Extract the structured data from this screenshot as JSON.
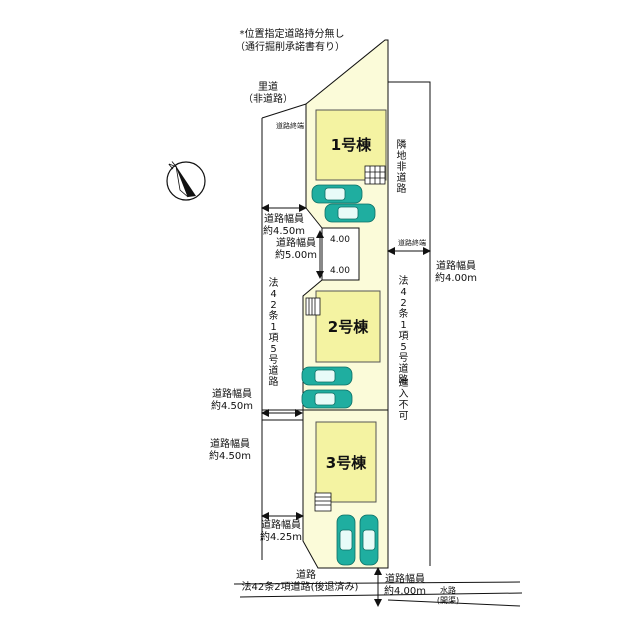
{
  "notes": {
    "position_note_line1": "*位置指定道路持分無し",
    "position_note_line2": "（通行掘削承諾書有り）"
  },
  "buildings": [
    {
      "label": "1号棟"
    },
    {
      "label": "2号棟"
    },
    {
      "label": "3号棟"
    }
  ],
  "labels": {
    "satodo_line1": "里道",
    "satodo_line2": "（非道路）",
    "road_end_top": "道路終端",
    "road_end_right": "道路終端",
    "non_road_adjacent": "隣地非道路",
    "width_450_a_line1": "道路幅員",
    "width_450_a_line2": "約4.50m",
    "width_500_line1": "道路幅員",
    "width_500_line2": "約5.00m",
    "dim_400_top": "4.00",
    "dim_400_bottom": "4.00",
    "width_400_right_line1": "道路幅員",
    "width_400_right_line2": "約4.00m",
    "left_road_art": "法42条1項5号道路",
    "right_road_art": "法42条1項5号道路",
    "no_entry": "進入不可",
    "width_450_b_line1": "道路幅員",
    "width_450_b_line2": "約4.50m",
    "width_450_c_line1": "道路幅員",
    "width_450_c_line2": "約4.50m",
    "width_425_line1": "道路幅員",
    "width_425_line2": "約4.25m",
    "bottom_road_line1": "道路",
    "bottom_road_line2": "法42条2項道路(後退済み)",
    "width_400_bottom_line1": "道路幅員",
    "width_400_bottom_line2": "約4.00m",
    "waterway_line1": "水路",
    "waterway_line2": "(開渠)",
    "north_mark": "N"
  },
  "colors": {
    "site_fill": "#fbfbd9",
    "building_fill": "#f4f3a2",
    "car_fill": "#1faea0",
    "line": "#111111"
  }
}
